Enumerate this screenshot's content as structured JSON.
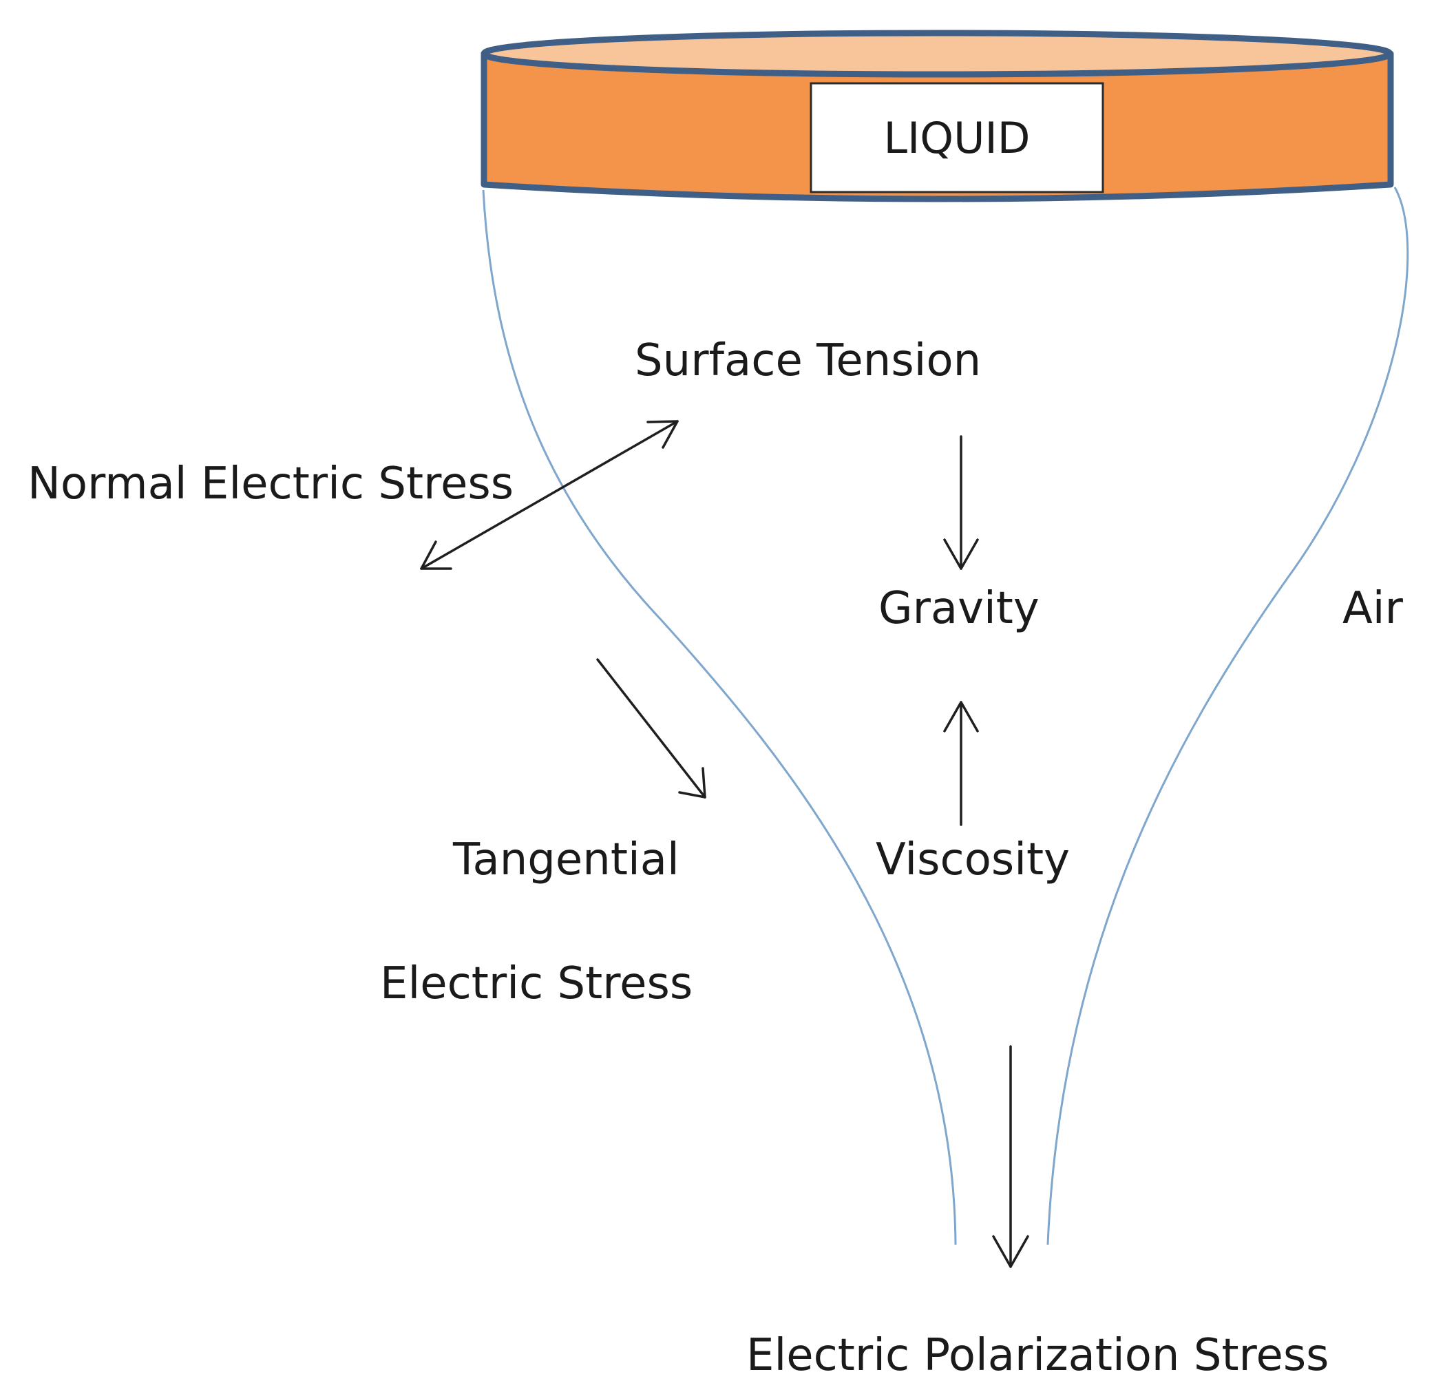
{
  "reservoir": {
    "label": "LIQUID",
    "colors": {
      "body": "#f4944a",
      "top": "#f8c49a",
      "outline": "#3f5f86"
    }
  },
  "jet": {
    "outline_color": "#7fa6cc"
  },
  "labels": {
    "surface_tension": "Surface Tension",
    "normal_electric_stress": "Normal Electric Stress",
    "gravity": "Gravity",
    "air": "Air",
    "tangential": "Tangential",
    "viscosity": "Viscosity",
    "electric_stress": "Electric Stress",
    "electric_polarization_stress": "Electric Polarization Stress"
  },
  "arrows": [
    {
      "name": "normal-electric-stress-arrow",
      "direction": "bidirectional-diagonal"
    },
    {
      "name": "gravity-arrow",
      "direction": "down"
    },
    {
      "name": "viscosity-arrow",
      "direction": "up"
    },
    {
      "name": "tangential-electric-stress-arrow",
      "direction": "down-right"
    },
    {
      "name": "electric-polarization-stress-arrow",
      "direction": "down"
    }
  ]
}
